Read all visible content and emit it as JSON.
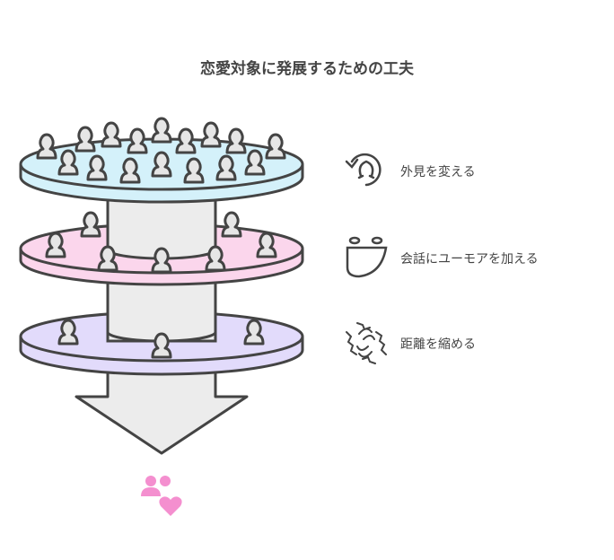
{
  "title": "恋愛対象に発展するための工夫",
  "layers": [
    {
      "label": "外見を変える",
      "icon": "head-rotate-icon",
      "color": "#d4f1fa"
    },
    {
      "label": "会話にユーモアを加える",
      "icon": "smile-icon",
      "color": "#fbd6ec"
    },
    {
      "label": "距離を縮める",
      "icon": "hands-icon",
      "color": "#e2dbfb"
    }
  ],
  "result_icon": "people-heart-icon",
  "accent": "#f48fcf"
}
